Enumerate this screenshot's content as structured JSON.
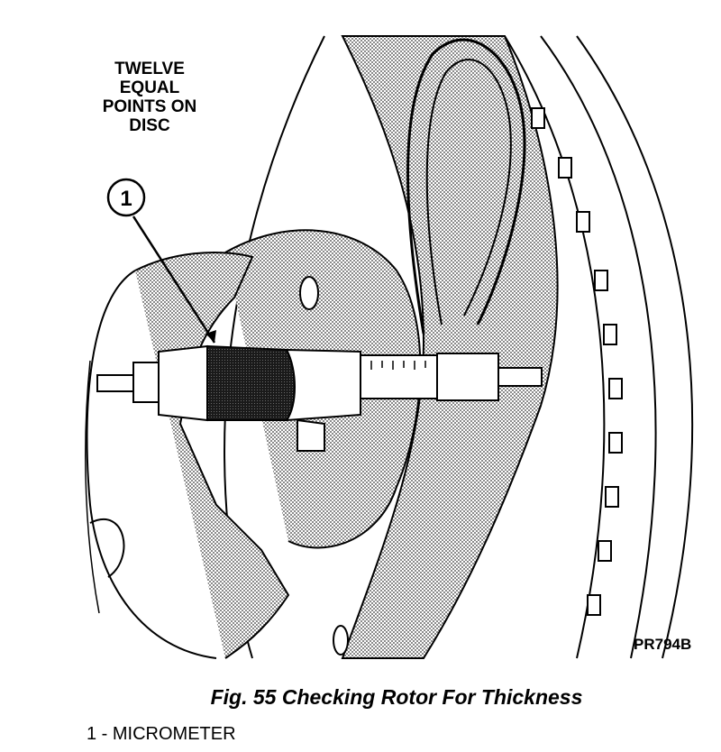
{
  "figure": {
    "note_lines": [
      "TWELVE",
      "EQUAL",
      "POINTS ON",
      "DISC"
    ],
    "callout_number": "1",
    "reference_code": "PR794B",
    "caption": "Fig. 55 Checking Rotor For Thickness",
    "legend_item": "1 - MICROMETER"
  }
}
